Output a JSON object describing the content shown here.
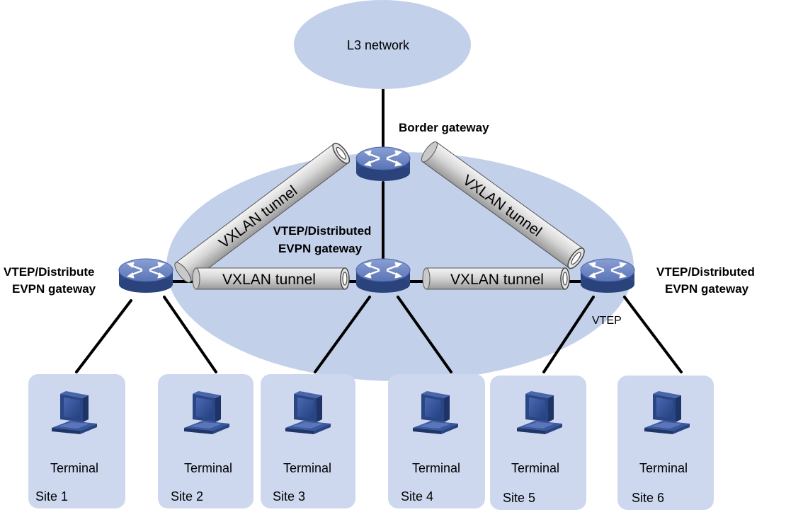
{
  "cloud": {
    "label": "L3 network"
  },
  "overlay": {
    "color": "#c3d0ea"
  },
  "border_gateway": {
    "label": "Border gateway"
  },
  "left_gateway": {
    "line1": "VTEP/Distribute",
    "line2": "EVPN gateway"
  },
  "center_gateway": {
    "line1": "VTEP/Distributed",
    "line2": "EVPN gateway"
  },
  "right_gateway": {
    "line1": "VTEP/Distributed",
    "line2": "EVPN gateway",
    "sub": "VTEP"
  },
  "tunnels": [
    {
      "label": "VXLAN tunnel"
    },
    {
      "label": "VXLAN tunnel"
    },
    {
      "label": "VXLAN tunnel"
    },
    {
      "label": "VXLAN tunnel"
    }
  ],
  "sites": [
    {
      "terminal": "Terminal",
      "site": "Site 1"
    },
    {
      "terminal": "Terminal",
      "site": "Site 2"
    },
    {
      "terminal": "Terminal",
      "site": "Site 3"
    },
    {
      "terminal": "Terminal",
      "site": "Site 4"
    },
    {
      "terminal": "Terminal",
      "site": "Site 5"
    },
    {
      "terminal": "Terminal",
      "site": "Site 6"
    }
  ],
  "colors": {
    "cloud": "#c3d0ea",
    "site_box": "#cdd8ef",
    "switch_top": "#6d86c2",
    "switch_side": "#2f4d8f",
    "tunnel": "#d3d3d3"
  }
}
